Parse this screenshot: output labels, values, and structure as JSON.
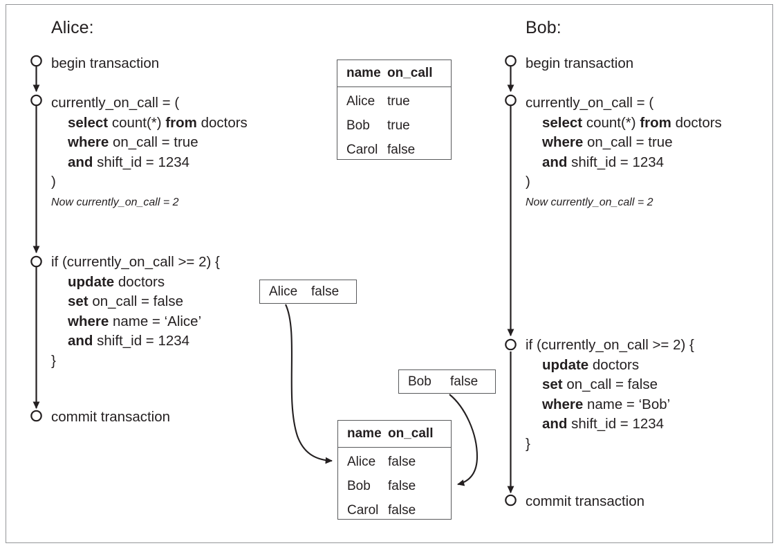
{
  "diagram": {
    "title_alice": "Alice:",
    "title_bob": "Bob:"
  },
  "alice": {
    "steps": {
      "begin": "begin transaction",
      "assign_open": "currently_on_call = (",
      "select_kw": "select",
      "select_rest": " count(*) ",
      "from_kw": "from",
      "from_rest": " doctors",
      "where_kw": "where",
      "where_rest": " on_call = true",
      "and_kw": "and",
      "and_rest": " shift_id = 1234",
      "assign_close": ")",
      "note": "Now currently_on_call = 2",
      "if_open": "if (currently_on_call >= 2) {",
      "update_kw": "update",
      "update_rest": " doctors",
      "set_kw": "set",
      "set_rest": " on_call = false",
      "where2_kw": "where",
      "where2_rest": " name = ‘Alice’",
      "and2_kw": "and",
      "and2_rest": " shift_id = 1234",
      "if_close": "}",
      "commit": "commit transaction"
    }
  },
  "bob": {
    "steps": {
      "begin": "begin transaction",
      "assign_open": "currently_on_call = (",
      "select_kw": "select",
      "select_rest": " count(*) ",
      "from_kw": "from",
      "from_rest": " doctors",
      "where_kw": "where",
      "where_rest": " on_call = true",
      "and_kw": "and",
      "and_rest": " shift_id = 1234",
      "assign_close": ")",
      "note": "Now currently_on_call = 2",
      "if_open": "if (currently_on_call >= 2) {",
      "update_kw": "update",
      "update_rest": " doctors",
      "set_kw": "set",
      "set_rest": " on_call = false",
      "where2_kw": "where",
      "where2_rest": " name = ‘Bob’",
      "and2_kw": "and",
      "and2_rest": " shift_id = 1234",
      "if_close": "}",
      "commit": "commit transaction"
    }
  },
  "table_top": {
    "columns": [
      "name",
      "on_call"
    ],
    "rows": [
      [
        "Alice",
        "true"
      ],
      [
        "Bob",
        "true"
      ],
      [
        "Carol",
        "false"
      ]
    ]
  },
  "table_bottom": {
    "columns": [
      "name",
      "on_call"
    ],
    "rows": [
      [
        "Alice",
        "false"
      ],
      [
        "Bob",
        "false"
      ],
      [
        "Carol",
        "false"
      ]
    ]
  },
  "rowbox_alice": {
    "name": "Alice",
    "on_call": "false"
  },
  "rowbox_bob": {
    "name": "Bob",
    "on_call": "false"
  },
  "colors": {
    "ink": "#231f20",
    "line": "#58595b",
    "frame": "#939598",
    "background": "#ffffff"
  }
}
